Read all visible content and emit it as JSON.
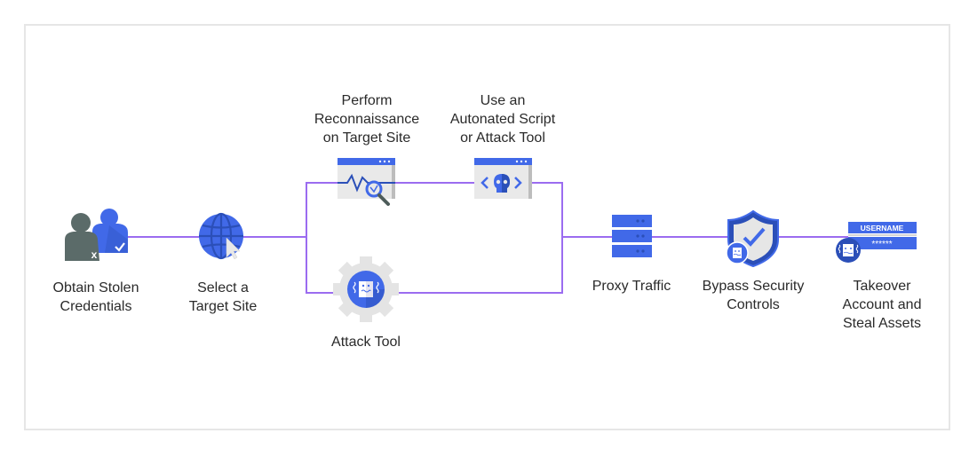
{
  "title": "Credential stuffing attack flow",
  "colors": {
    "line": "#9b6cf0",
    "primary_blue": "#4169e8",
    "dark_blue": "#2b4fb8",
    "gray_user": "#5b6b69",
    "light_gray": "#e6e6e6",
    "frame_border": "#e6e6e6"
  },
  "steps": [
    {
      "id": "obtain",
      "icon": "users-credentials-icon",
      "label_lines": [
        "Obtain Stolen",
        "Credentials"
      ]
    },
    {
      "id": "select",
      "icon": "globe-cursor-icon",
      "label_lines": [
        "Select a",
        "Target Site"
      ]
    },
    {
      "id": "recon",
      "icon": "browser-search-icon",
      "label_lines": [
        "Perform",
        "Reconnaissance",
        "on Target Site"
      ]
    },
    {
      "id": "script",
      "icon": "browser-skull-code-icon",
      "label_lines": [
        "Use an",
        "Autonated Script",
        "or Attack Tool"
      ]
    },
    {
      "id": "tool",
      "icon": "gear-bot-icon",
      "label_lines": [
        "Attack Tool"
      ]
    },
    {
      "id": "proxy",
      "icon": "server-stack-icon",
      "label_lines": [
        "Proxy Traffic"
      ]
    },
    {
      "id": "bypass",
      "icon": "shield-check-bot-icon",
      "label_lines": [
        "Bypass Security",
        "Controls"
      ]
    },
    {
      "id": "takeover",
      "icon": "login-form-bot-icon",
      "label_lines": [
        "Takeover",
        "Account and",
        "Steal Assets"
      ]
    }
  ],
  "login_form": {
    "username": "USERNAME",
    "password": "******"
  },
  "user_marks": {
    "rejected": "x",
    "accepted": "✓"
  }
}
